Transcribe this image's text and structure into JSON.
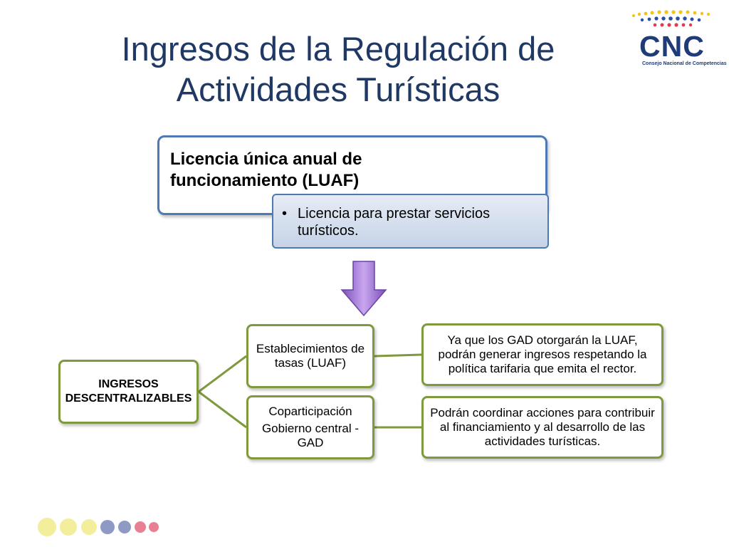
{
  "title": "Ingresos de la Regulación de Actividades Turísticas",
  "logo": {
    "text": "CNC",
    "subtitle": "Consejo Nacional de Competencias"
  },
  "luaf": {
    "title": "Licencia única anual de funcionamiento (LUAF)",
    "bullet": "•",
    "detail": "Licencia para prestar servicios turísticos."
  },
  "tree": {
    "root": "INGRESOS DESCENTRALIZABLES",
    "branch1": "Establecimientos de tasas (LUAF)",
    "branch2_line1": "Coparticipación",
    "branch2_line2": "Gobierno central - GAD",
    "note1": "Ya que los GAD otorgarán la LUAF, podrán generar ingresos respetando la política tarifaria que emita el rector.",
    "note2": "Podrán coordinar acciones para contribuir al financiamiento y al desarrollo de las actividades turísticas."
  },
  "colors": {
    "title": "#1f3864",
    "blue_border": "#4e7ab3",
    "green_border": "#7f9a3e",
    "arrow": "#9b6fcf",
    "dot_yellow": "#f3ee9c",
    "dot_blue": "#8e99c4",
    "dot_pink": "#e87f93"
  }
}
